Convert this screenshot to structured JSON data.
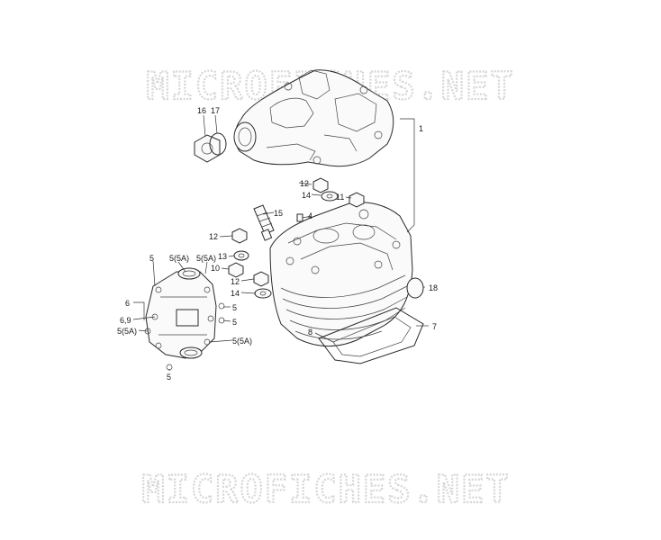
{
  "watermark": {
    "top": "MICROFICHES.NET",
    "bottom": "MICROFICHES.NET"
  },
  "callouts": {
    "c16": "16",
    "c17": "17",
    "c1": "1",
    "c12a": "12",
    "c14a": "14",
    "c11": "11",
    "c15": "15",
    "c4": "4",
    "c12b": "12",
    "c13": "13",
    "c10": "10",
    "c12c": "12",
    "c14b": "14",
    "c18": "18",
    "c7": "7",
    "c8": "8",
    "c5top": "5",
    "c5a1": "5(5A)",
    "c5a2": "5(5A)",
    "c6": "6",
    "c5r1": "5",
    "c69": "6,9",
    "c5r2": "5",
    "c5a3": "5(5A)",
    "c5a4": "5(5A)",
    "c5bot": "5"
  }
}
